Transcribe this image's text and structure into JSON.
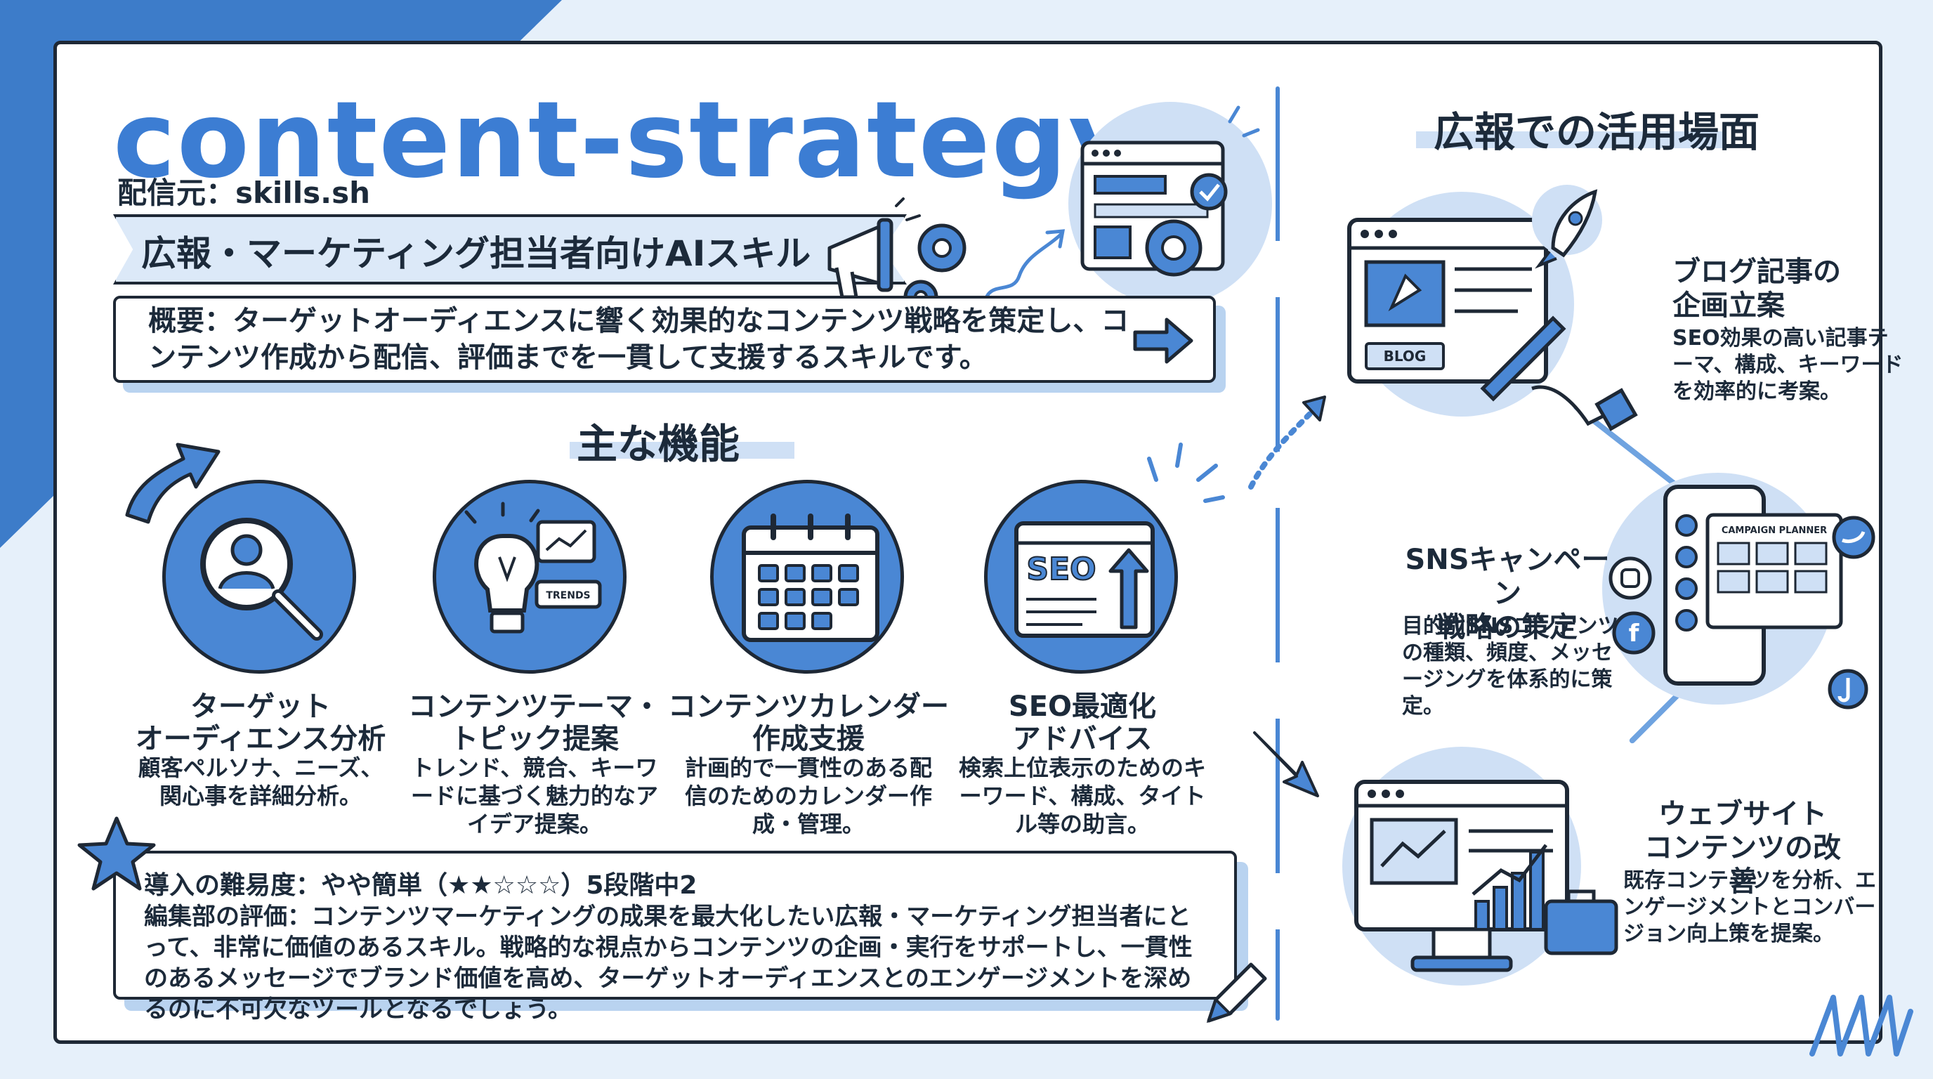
{
  "header": {
    "title": "content-strategy",
    "source": "配信元：skills.sh",
    "subtitle": "広報・マーケティング担当者向けAIスキル",
    "overview": "概要：ターゲットオーディエンスに響く効果的なコンテンツ戦略を策定し、コンテンツ作成から配信、評価までを一貫して支援するスキルです。"
  },
  "features": {
    "section_title": "主な機能",
    "items": [
      {
        "icon": "magnifier-user-icon",
        "title": "ターゲット\nオーディエンス分析",
        "desc": "顧客ペルソナ、ニーズ、関心事を詳細分析。"
      },
      {
        "icon": "lightbulb-trends-icon",
        "title": "コンテンツテーマ・\nトピック提案",
        "desc": "トレンド、競合、キーワードに基づく魅力的なアイデア提案。",
        "badge": "TRENDS"
      },
      {
        "icon": "calendar-icon",
        "title": "コンテンツカレンダー\n作成支援",
        "desc": "計画的で一貫性のある配信のためのカレンダー作成・管理。"
      },
      {
        "icon": "seo-chart-icon",
        "title": "SEO最適化\nアドバイス",
        "desc": "検索上位表示のためのキーワード、構成、タイトル等の助言。",
        "badge": "SEO"
      }
    ]
  },
  "evaluation": {
    "difficulty": "導入の難易度：やや簡単（★★☆☆☆）5段階中2",
    "review": "編集部の評価：コンテンツマーケティングの成果を最大化したい広報・マーケティング担当者にとって、非常に価値のあるスキル。戦略的な視点からコンテンツの企画・実行をサポートし、一貫性のあるメッセージでブランド価値を高め、ターゲットオーディエンスとのエンゲージメントを深めるのに不可欠なツールとなるでしょう。"
  },
  "uses": {
    "section_title": "広報での活用場面",
    "items": [
      {
        "icon": "blog-rocket-icon",
        "title": "ブログ記事の\n企画立案",
        "desc": "SEO効果の高い記事テーマ、構成、キーワードを効率的に考案。",
        "badge": "BLOG"
      },
      {
        "icon": "sns-phone-icon",
        "title": "SNSキャンペーン\n戦略の策定",
        "desc": "目的別SNSコンテンツの種類、頻度、メッセージングを体系的に策定。",
        "badge": "CAMPAIGN PLANNER"
      },
      {
        "icon": "website-monitor-icon",
        "title": "ウェブサイト\nコンテンツの改善",
        "desc": "既存コンテンツを分析、エンゲージメントとコンバージョン向上策を提案。"
      }
    ]
  },
  "colors": {
    "accent": "#3c7dd3",
    "circle_fill": "#4a87d4",
    "light_blue": "#cfe0f5",
    "ink": "#1e2835"
  }
}
